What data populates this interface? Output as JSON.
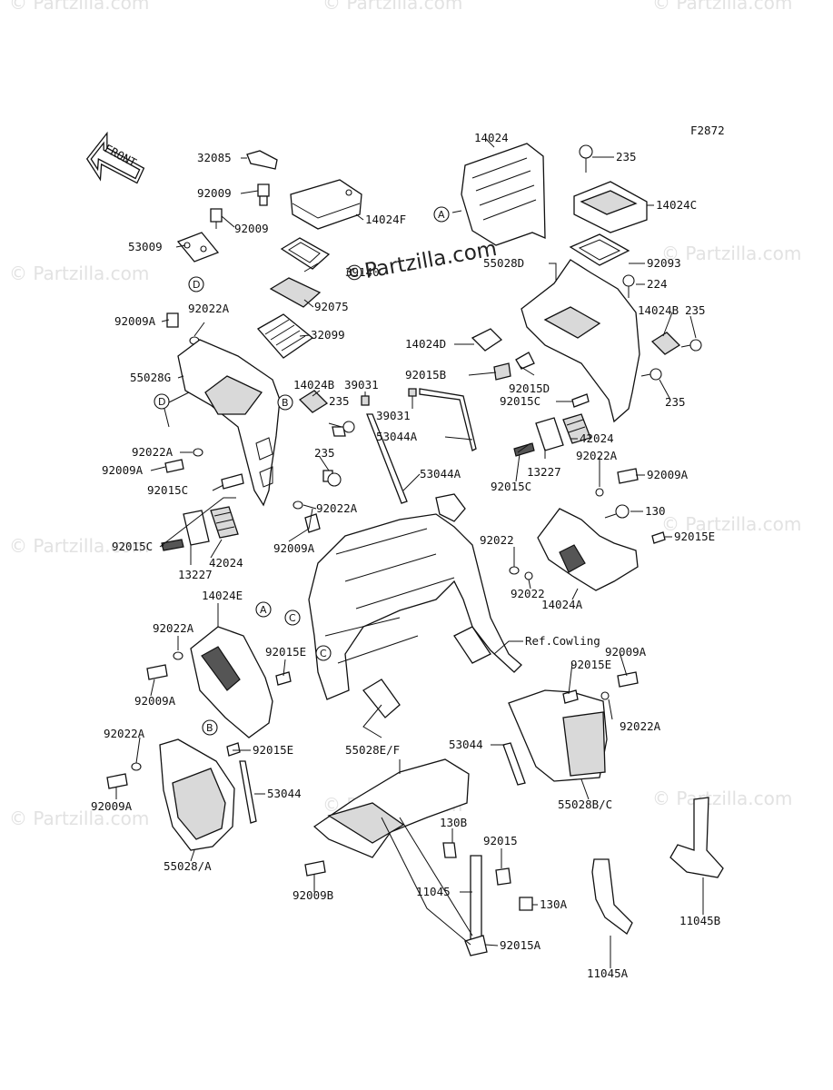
{
  "figure_code": "F2872",
  "front_label": "FRONT",
  "watermark_main": "©Partzilla.com",
  "watermark_bg": "© Partzilla.com",
  "reference_note": "Ref.Cowling",
  "circle_refs": [
    "A",
    "B",
    "C",
    "D"
  ],
  "part_labels": [
    {
      "id": "p1",
      "text": "32085"
    },
    {
      "id": "p2",
      "text": "92009"
    },
    {
      "id": "p3",
      "text": "92009"
    },
    {
      "id": "p4",
      "text": "53009"
    },
    {
      "id": "p5",
      "text": "14024F"
    },
    {
      "id": "p6",
      "text": "39140"
    },
    {
      "id": "p7",
      "text": "92075"
    },
    {
      "id": "p8",
      "text": "92009A"
    },
    {
      "id": "p9",
      "text": "92022A"
    },
    {
      "id": "p10",
      "text": "32099"
    },
    {
      "id": "p11",
      "text": "55028G"
    },
    {
      "id": "p12",
      "text": "14024B"
    },
    {
      "id": "p13",
      "text": "235"
    },
    {
      "id": "p14",
      "text": "39031"
    },
    {
      "id": "p15",
      "text": "39031"
    },
    {
      "id": "p16",
      "text": "53044A"
    },
    {
      "id": "p17",
      "text": "53044A"
    },
    {
      "id": "p18",
      "text": "92022A"
    },
    {
      "id": "p19",
      "text": "92009A"
    },
    {
      "id": "p20",
      "text": "235"
    },
    {
      "id": "p21",
      "text": "92015C"
    },
    {
      "id": "p22",
      "text": "92022A"
    },
    {
      "id": "p23",
      "text": "92009A"
    },
    {
      "id": "p24",
      "text": "92015C"
    },
    {
      "id": "p25",
      "text": "42024"
    },
    {
      "id": "p26",
      "text": "13227"
    },
    {
      "id": "p27",
      "text": "14024"
    },
    {
      "id": "p28",
      "text": "55028D"
    },
    {
      "id": "p29",
      "text": "14024D"
    },
    {
      "id": "p30",
      "text": "92015B"
    },
    {
      "id": "p31",
      "text": "92015D"
    },
    {
      "id": "p32",
      "text": "92015C"
    },
    {
      "id": "p33",
      "text": "235"
    },
    {
      "id": "p34",
      "text": "14024C"
    },
    {
      "id": "p35",
      "text": "92093"
    },
    {
      "id": "p36",
      "text": "224"
    },
    {
      "id": "p37",
      "text": "14024B"
    },
    {
      "id": "p38",
      "text": "235"
    },
    {
      "id": "p39",
      "text": "235"
    },
    {
      "id": "p40",
      "text": "42024"
    },
    {
      "id": "p41",
      "text": "13227"
    },
    {
      "id": "p42",
      "text": "92015C"
    },
    {
      "id": "p43",
      "text": "92022A"
    },
    {
      "id": "p44",
      "text": "92009A"
    },
    {
      "id": "p45",
      "text": "130"
    },
    {
      "id": "p46",
      "text": "92015E"
    },
    {
      "id": "p47",
      "text": "92022"
    },
    {
      "id": "p48",
      "text": "92022"
    },
    {
      "id": "p49",
      "text": "14024A"
    },
    {
      "id": "p50",
      "text": "14024E"
    },
    {
      "id": "p51",
      "text": "92022A"
    },
    {
      "id": "p52",
      "text": "92009A"
    },
    {
      "id": "p53",
      "text": "92015E"
    },
    {
      "id": "p54",
      "text": "92015E"
    },
    {
      "id": "p55",
      "text": "92009A"
    },
    {
      "id": "p56",
      "text": "92022A"
    },
    {
      "id": "p57",
      "text": "53044"
    },
    {
      "id": "p58",
      "text": "55028B/C"
    },
    {
      "id": "p59",
      "text": "92022A"
    },
    {
      "id": "p60",
      "text": "92015E"
    },
    {
      "id": "p61",
      "text": "92009A"
    },
    {
      "id": "p62",
      "text": "53044"
    },
    {
      "id": "p63",
      "text": "55028/A"
    },
    {
      "id": "p64",
      "text": "55028E/F"
    },
    {
      "id": "p65",
      "text": "92009B"
    },
    {
      "id": "p66",
      "text": "130B"
    },
    {
      "id": "p67",
      "text": "92015"
    },
    {
      "id": "p68",
      "text": "11045"
    },
    {
      "id": "p69",
      "text": "130A"
    },
    {
      "id": "p70",
      "text": "92015A"
    },
    {
      "id": "p71",
      "text": "11045A"
    },
    {
      "id": "p72",
      "text": "11045B"
    }
  ]
}
